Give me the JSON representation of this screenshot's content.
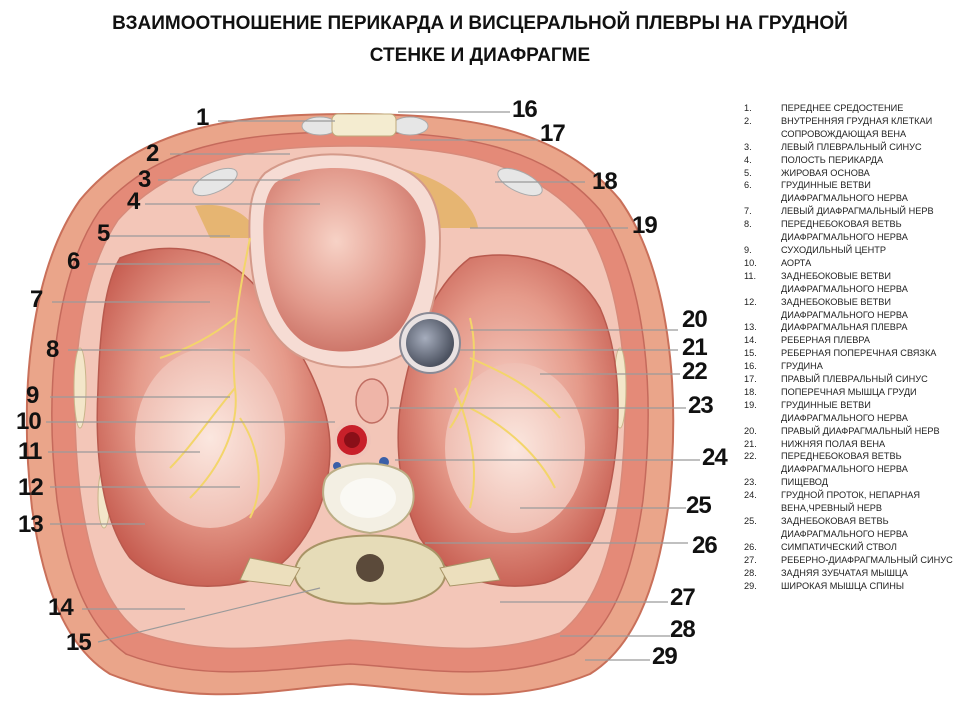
{
  "title": {
    "line1": "ВЗАИМООТНОШЕНИЕ  ПЕРИКАРДА И ВИСЦЕРАЛЬНОЙ  ПЛЕВРЫ  НА  ГРУДНОЙ",
    "line2": "СТЕНКЕ  И  ДИАФРАГМЕ"
  },
  "figure_labels": [
    "1",
    "2",
    "3",
    "4",
    "5",
    "6",
    "7",
    "8",
    "9",
    "10",
    "11",
    "12",
    "13",
    "14",
    "15",
    "16",
    "17",
    "18",
    "19",
    "20",
    "21",
    "22",
    "23",
    "24",
    "25",
    "26",
    "27",
    "28",
    "29"
  ],
  "legend": [
    {
      "n": "1.",
      "text": "ПЕРЕДНЕЕ СРЕДОСТЕНИЕ"
    },
    {
      "n": "2.",
      "text": "ВНУТРЕННЯЯ ГРУДНАЯ КЛЕТКАИ СОПРОВОЖДАЮЩАЯ ВЕНА"
    },
    {
      "n": "3.",
      "text": "ЛЕВЫЙ ПЛЕВРАЛЬНЫЙ СИНУС"
    },
    {
      "n": "4.",
      "text": "ПОЛОСТЬ ПЕРИКАРДА"
    },
    {
      "n": "5.",
      "text": "ЖИРОВАЯ ОСНОВА"
    },
    {
      "n": "6.",
      "text": "ГРУДИННЫЕ ВЕТВИ ДИАФРАГМАЛЬНОГО НЕРВА"
    },
    {
      "n": "7.",
      "text": "ЛЕВЫЙ ДИАФРАГМАЛЬНЫЙ НЕРВ"
    },
    {
      "n": "8.",
      "text": "ПЕРЕДНЕБОКОВАЯ ВЕТВЬ ДИАФРАГМАЛЬНОГО НЕРВА"
    },
    {
      "n": "9.",
      "text": "СУХОДИЛЬНЫЙ ЦЕНТР"
    },
    {
      "n": "10.",
      "text": "АОРТА"
    },
    {
      "n": "11.",
      "text": "ЗАДНЕБОКОВЫЕ ВЕТВИ ДИАФРАГМАЛЬНОГО НЕРВА"
    },
    {
      "n": "12.",
      "text": " ЗАДНЕБОКОВЫЕ ВЕТВИ ДИАФРАГМАЛЬНОГО НЕРВА"
    },
    {
      "n": "13.",
      "text": "ДИАФРАГМАЛЬНАЯ ПЛЕВРА"
    },
    {
      "n": "14.",
      "text": "РЕБЕРНАЯ ПЛЕВРА"
    },
    {
      "n": "15.",
      "text": "РЕБЕРНАЯ ПОПЕРЕЧНАЯ СВЯЗКА"
    },
    {
      "n": "16.",
      "text": "ГРУДИНА"
    },
    {
      "n": "17.",
      "text": "ПРАВЫЙ ПЛЕВРАЛЬНЫЙ СИНУС"
    },
    {
      "n": "18.",
      "text": "ПОПЕРЕЧНАЯ МЫШЦА ГРУДИ"
    },
    {
      "n": "19.",
      "text": "ГРУДИННЫЕ ВЕТВИ ДИАФРАГМАЛЬНОГО НЕРВА"
    },
    {
      "n": "20.",
      "text": "ПРАВЫЙ ДИАФРАГМАЛЬНЫЙ НЕРВ"
    },
    {
      "n": "21.",
      "text": "НИЖНЯЯ ПОЛАЯ ВЕНА"
    },
    {
      "n": "22.",
      "text": "ПЕРЕДНЕБОКОВАЯ ВЕТВЬ ДИАФРАГМАЛЬНОГО НЕРВА"
    },
    {
      "n": "23.",
      "text": "ПИЩЕВОД"
    },
    {
      "n": "24.",
      "text": "ГРУДНОЙ ПРОТОК, НЕПАРНАЯ ВЕНА,ЧРЕВНЫЙ НЕРВ"
    },
    {
      "n": "25.",
      "text": "ЗАДНЕБОКОВАЯ ВЕТВЬ ДИАФРАГМАЛЬНОГО НЕРВА"
    },
    {
      "n": "26.",
      "text": "СИМПАТИЧЕСКИЙ СТВОЛ"
    },
    {
      "n": "27.",
      "text": "РЕБЕРНО-ДИАФРАГМАЛЬНЫЙ СИНУС"
    },
    {
      "n": "28.",
      "text": "ЗАДНЯЯ ЗУБЧАТАЯ МЫШЦА"
    },
    {
      "n": "29.",
      "text": "ШИРОКАЯ МЫШЦА СПИНЫ"
    }
  ]
}
